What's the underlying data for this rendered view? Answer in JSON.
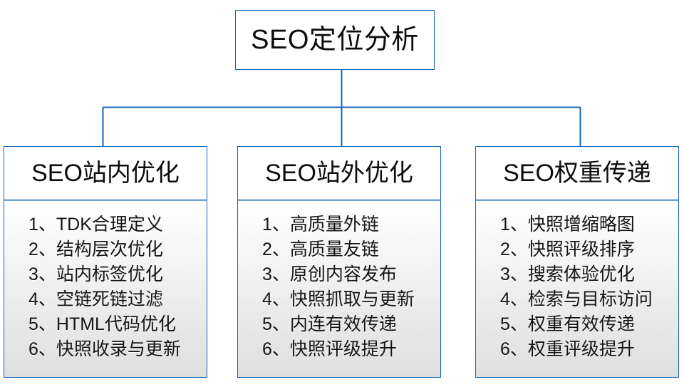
{
  "diagram": {
    "type": "organization-tree",
    "accent_color": "#1466b4",
    "background_color": "#ffffff",
    "text_color": "#0d0d0d",
    "root": {
      "label": "SEO定位分析"
    },
    "branches": [
      {
        "header": "SEO站内优化",
        "items": [
          "1、TDK合理定义",
          "2、结构层次优化",
          "3、站内标签优化",
          "4、空链死链过滤",
          "5、HTML代码优化",
          "6、快照收录与更新"
        ]
      },
      {
        "header": "SEO站外优化",
        "items": [
          "1、高质量外链",
          "2、高质量友链",
          "3、原创内容发布",
          "4、快照抓取与更新",
          "5、内连有效传递",
          "6、快照评级提升"
        ]
      },
      {
        "header": "SEO权重传递",
        "items": [
          "1、快照增缩略图",
          "2、快照评级排序",
          "3、搜索体验优化",
          "4、检索与目标访问",
          "5、权重有效传递",
          "6、权重评级提升"
        ]
      }
    ]
  }
}
